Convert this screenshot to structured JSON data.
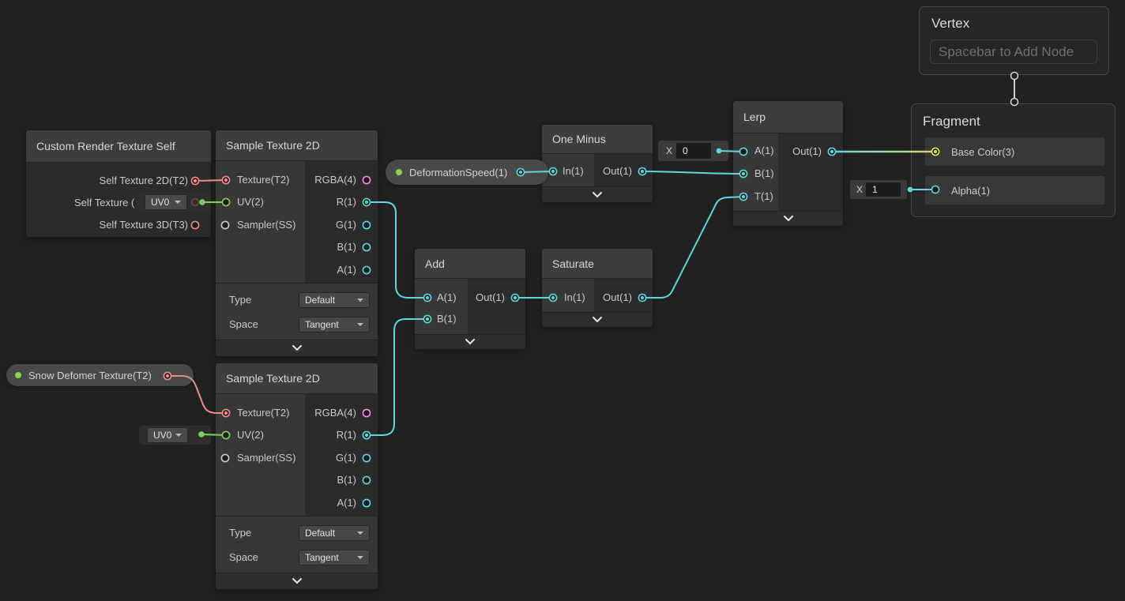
{
  "graph": {
    "background": "#212121",
    "port_colors": {
      "float": "#5fd5dc",
      "vector2": "#7ed357",
      "vector3": "#e3e35a",
      "vector4": "#ef8cf0",
      "texture2d": "#f38b8b",
      "sampler_state": "#cccccc",
      "exposed_property_dot": "#8bd649"
    }
  },
  "blocks": {
    "vertex": {
      "title": "Vertex",
      "placeholder": "Spacebar to Add Node"
    },
    "fragment": {
      "title": "Fragment",
      "base_color_label": "Base Color(3)",
      "alpha_label": "Alpha(1)",
      "alpha_inline": {
        "label": "X",
        "value": "1"
      }
    }
  },
  "nodes": {
    "custom_render_texture_self": {
      "title": "Custom Render Texture Self",
      "outputs": [
        "Self Texture 2D(T2)",
        "Self Texture (",
        "Self Texture 3D(T3)"
      ]
    },
    "sample_texture": [
      {
        "title": "Sample Texture 2D",
        "inputs": [
          "Texture(T2)",
          "UV(2)",
          "Sampler(SS)"
        ],
        "outputs": [
          "RGBA(4)",
          "R(1)",
          "G(1)",
          "B(1)",
          "A(1)"
        ],
        "type_label": "Type",
        "type_value": "Default",
        "space_label": "Space",
        "space_value": "Tangent"
      },
      {
        "title": "Sample Texture 2D",
        "inputs": [
          "Texture(T2)",
          "UV(2)",
          "Sampler(SS)"
        ],
        "outputs": [
          "RGBA(4)",
          "R(1)",
          "G(1)",
          "B(1)",
          "A(1)"
        ],
        "type_label": "Type",
        "type_value": "Default",
        "space_label": "Space",
        "space_value": "Tangent"
      }
    ],
    "one_minus": {
      "title": "One Minus",
      "in": "In(1)",
      "out": "Out(1)"
    },
    "add": {
      "title": "Add",
      "a": "A(1)",
      "b": "B(1)",
      "out": "Out(1)"
    },
    "saturate": {
      "title": "Saturate",
      "in": "In(1)",
      "out": "Out(1)"
    },
    "lerp": {
      "title": "Lerp",
      "a": "A(1)",
      "b": "B(1)",
      "t": "T(1)",
      "out": "Out(1)",
      "a_inline": {
        "label": "X",
        "value": "0"
      }
    }
  },
  "properties": [
    {
      "label": "DeformationSpeed(1)"
    },
    {
      "label": "Snow Defomer Texture(T2)"
    }
  ],
  "uv_selectors": [
    {
      "value": "UV0"
    },
    {
      "value": "UV0"
    }
  ]
}
